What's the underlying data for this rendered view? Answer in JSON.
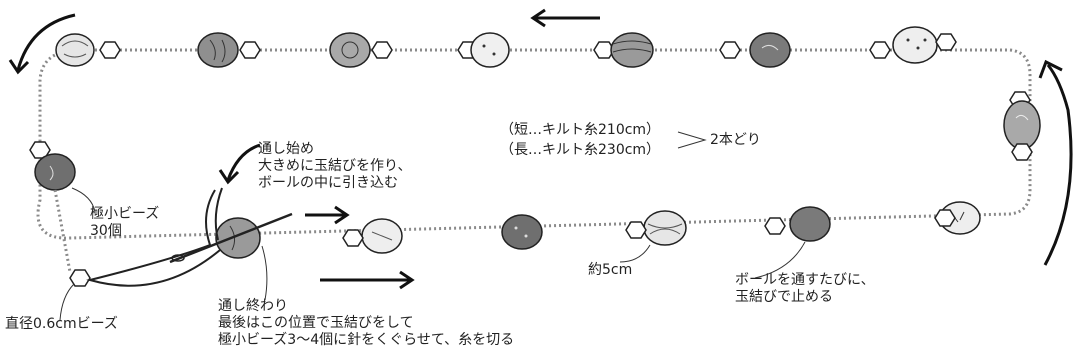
{
  "labels": {
    "start": [
      "通し始め",
      "大きめに玉結びを作り、",
      "ボールの中に引き込む"
    ],
    "thread_short": "（短…キルト糸210cm）",
    "thread_long": "（長…キルト糸230cm）",
    "double": "2本どり",
    "mini_beads": [
      "極小ビーズ",
      "30個"
    ],
    "bead_06": "直径0.6cmビーズ",
    "end": [
      "通し終わり",
      "最後はこの位置で玉結びをして",
      "極小ビーズ3～4個に針をくぐらせて、糸を切る"
    ],
    "spacing": "約5cm",
    "knot_each": [
      "ボールを通すたびに、",
      "玉結びで止める"
    ]
  },
  "colors": {
    "ink": "#222222",
    "chain": "#8a8a8a",
    "ball_light": "#e6e6e6",
    "ball_mid": "#a9a9a9",
    "ball_dark": "#6f6f6f"
  },
  "icons": [
    "arrow-icon",
    "needle-icon",
    "thread-icon",
    "ball-icon",
    "hex-bead-icon"
  ]
}
